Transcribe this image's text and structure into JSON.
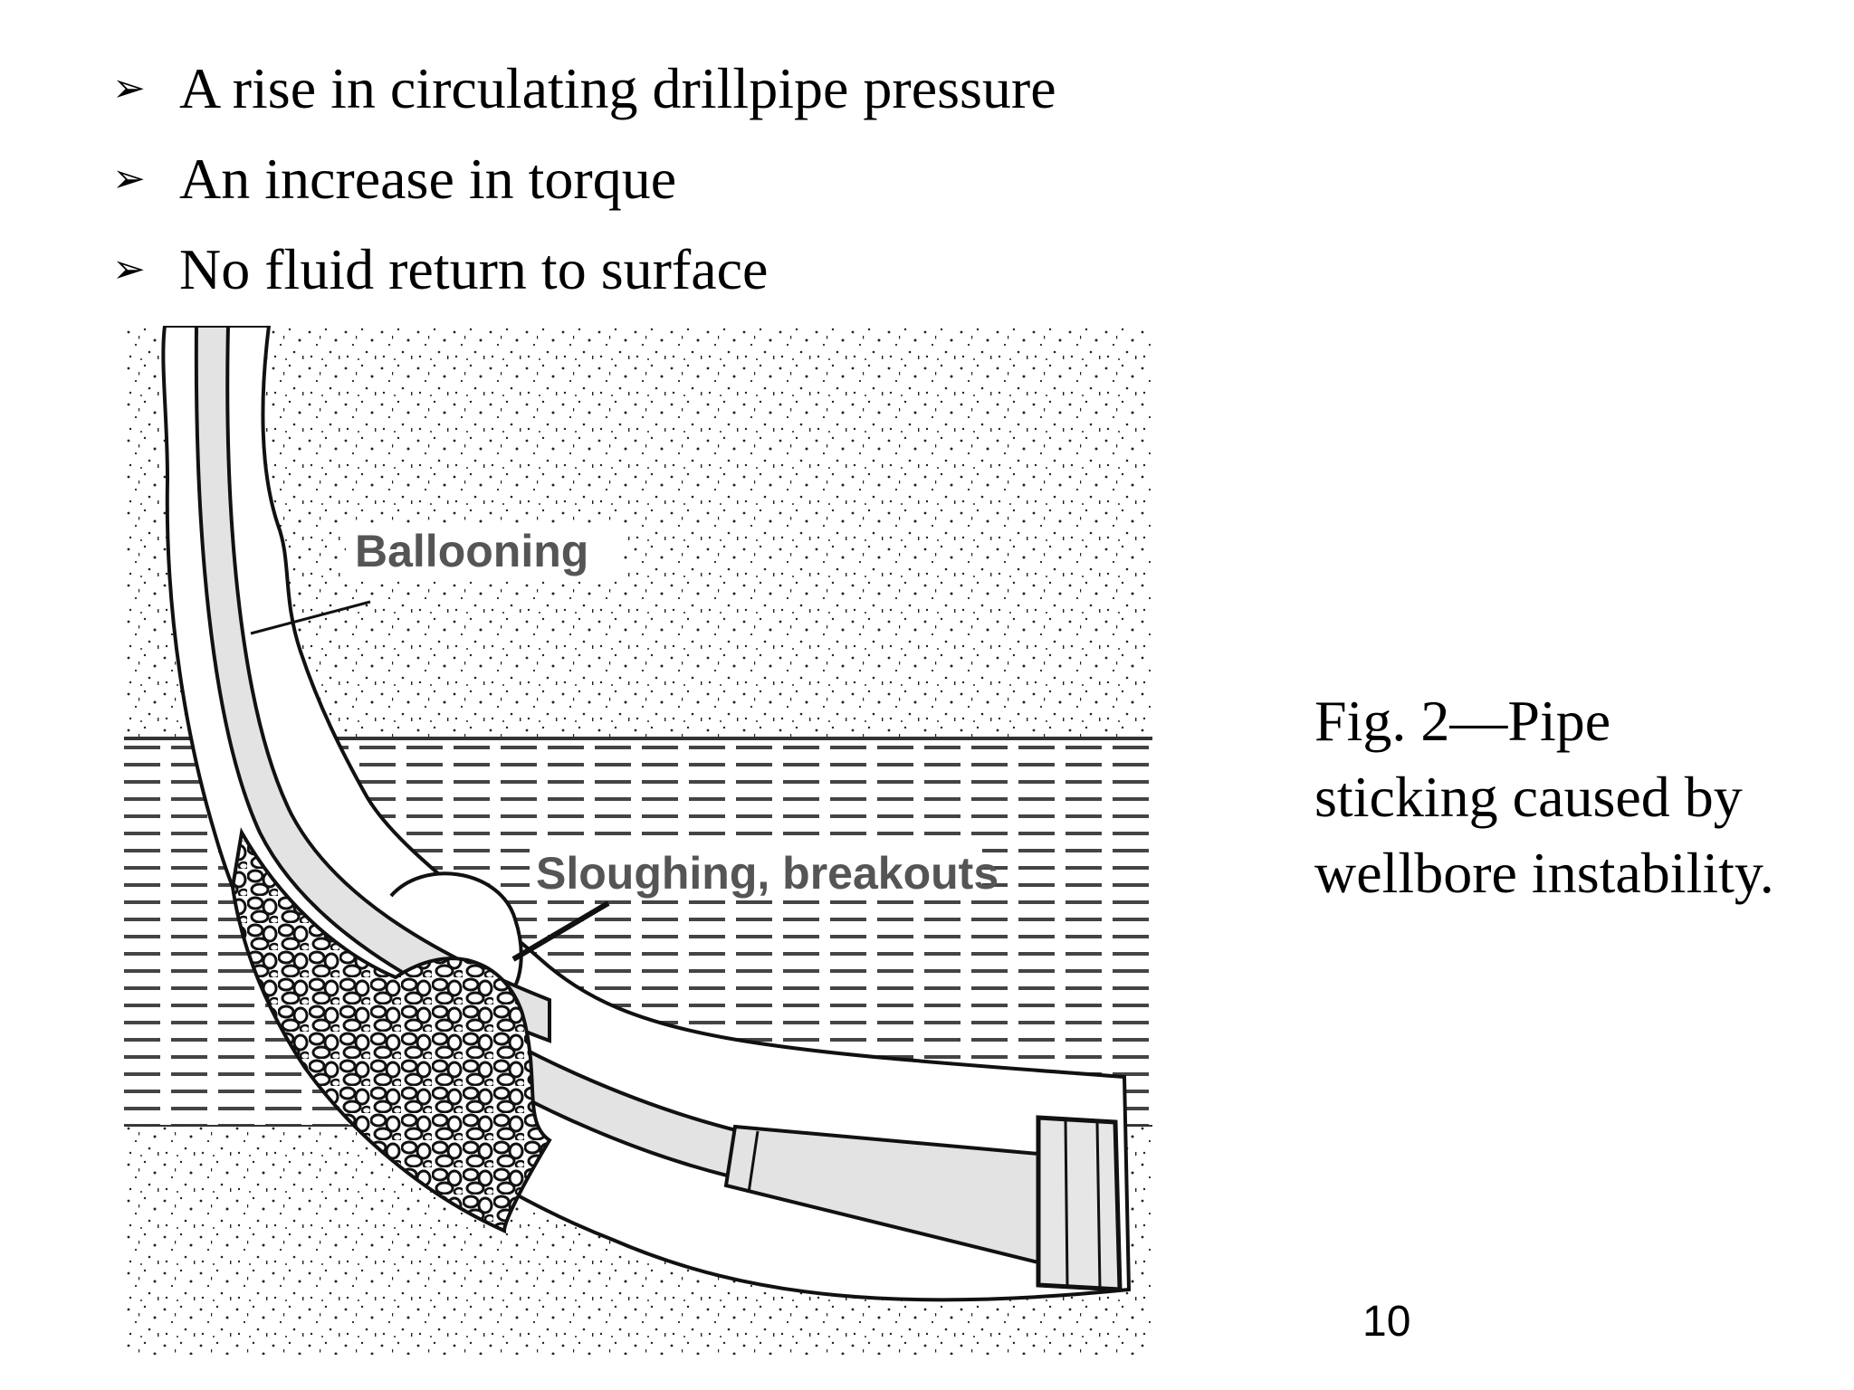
{
  "bullets": [
    {
      "marker": "➢",
      "text": "A rise in circulating drillpipe pressure"
    },
    {
      "marker": "➢",
      "text": "An increase in torque"
    },
    {
      "marker": "➢",
      "text": "No fluid return to surface"
    }
  ],
  "figure": {
    "label_ballooning": "Ballooning",
    "label_sloughing": "Sloughing, breakouts"
  },
  "caption": "Fig. 2—Pipe sticking caused by wellbore instability.",
  "page_number": "10"
}
